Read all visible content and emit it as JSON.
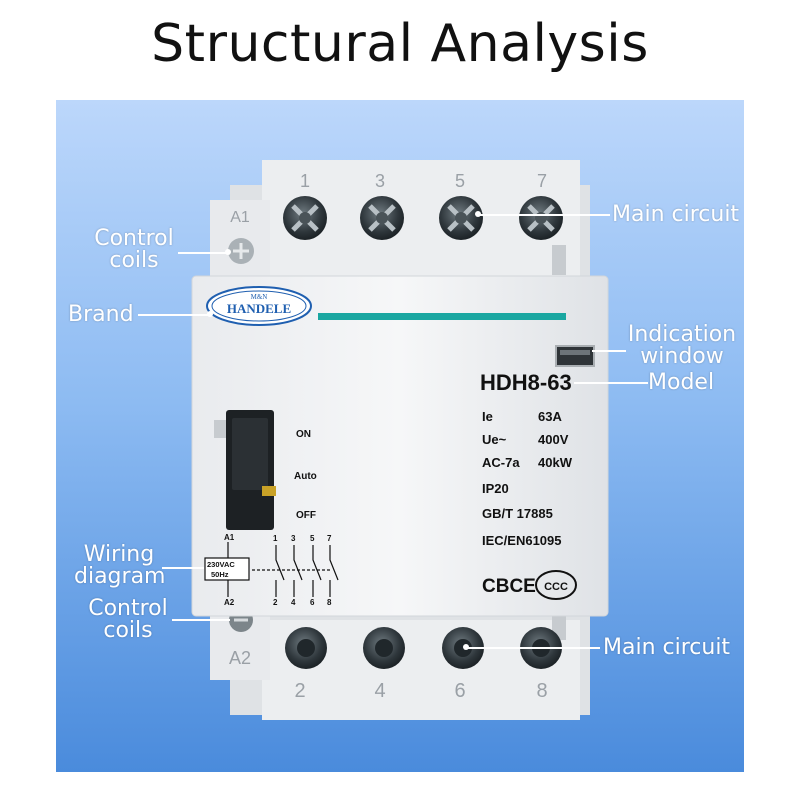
{
  "title": "Structural Analysis",
  "device": {
    "top_terminals": [
      "1",
      "3",
      "5",
      "7"
    ],
    "bottom_terminals": [
      "2",
      "4",
      "6",
      "8"
    ],
    "coil_top": "A1",
    "coil_bottom": "A2",
    "brand_top": "M&N",
    "brand_name": "HANDELE",
    "model": "HDH8-63",
    "switch_labels": [
      "ON",
      "Auto",
      "OFF"
    ],
    "specs": [
      {
        "key": "Ie",
        "value": "63A"
      },
      {
        "key": "Ue~",
        "value": "400V"
      },
      {
        "key": "AC-7a",
        "value": "40kW"
      },
      {
        "key": "IP20",
        "value": ""
      },
      {
        "key": "GB/T 17885",
        "value": ""
      },
      {
        "key": "IEC/EN61095",
        "value": ""
      }
    ],
    "certification": "CBCE",
    "ccc": "CCC",
    "wiring": {
      "a1": "A1",
      "a2": "A2",
      "voltage": "230VAC",
      "freq": "50Hz",
      "top_nums": [
        "1",
        "3",
        "5",
        "7"
      ],
      "bottom_nums": [
        "2",
        "4",
        "6",
        "8"
      ]
    }
  },
  "callouts": {
    "control_coils_top": [
      "Control",
      "coils"
    ],
    "brand": "Brand",
    "main_circuit_top": "Main circuit",
    "indication_window": [
      "Indication",
      "window"
    ],
    "model": "Model",
    "wiring_diagram": [
      "Wiring",
      "diagram"
    ],
    "control_coils_bottom": [
      "Control",
      "coils"
    ],
    "main_circuit_bottom": "Main circuit"
  },
  "colors": {
    "accent_stripe": "#1aa7a1",
    "brand_blue": "#1f5fb0",
    "backdrop_top": "#bcd7fb",
    "backdrop_bottom": "#4a8bdc"
  }
}
